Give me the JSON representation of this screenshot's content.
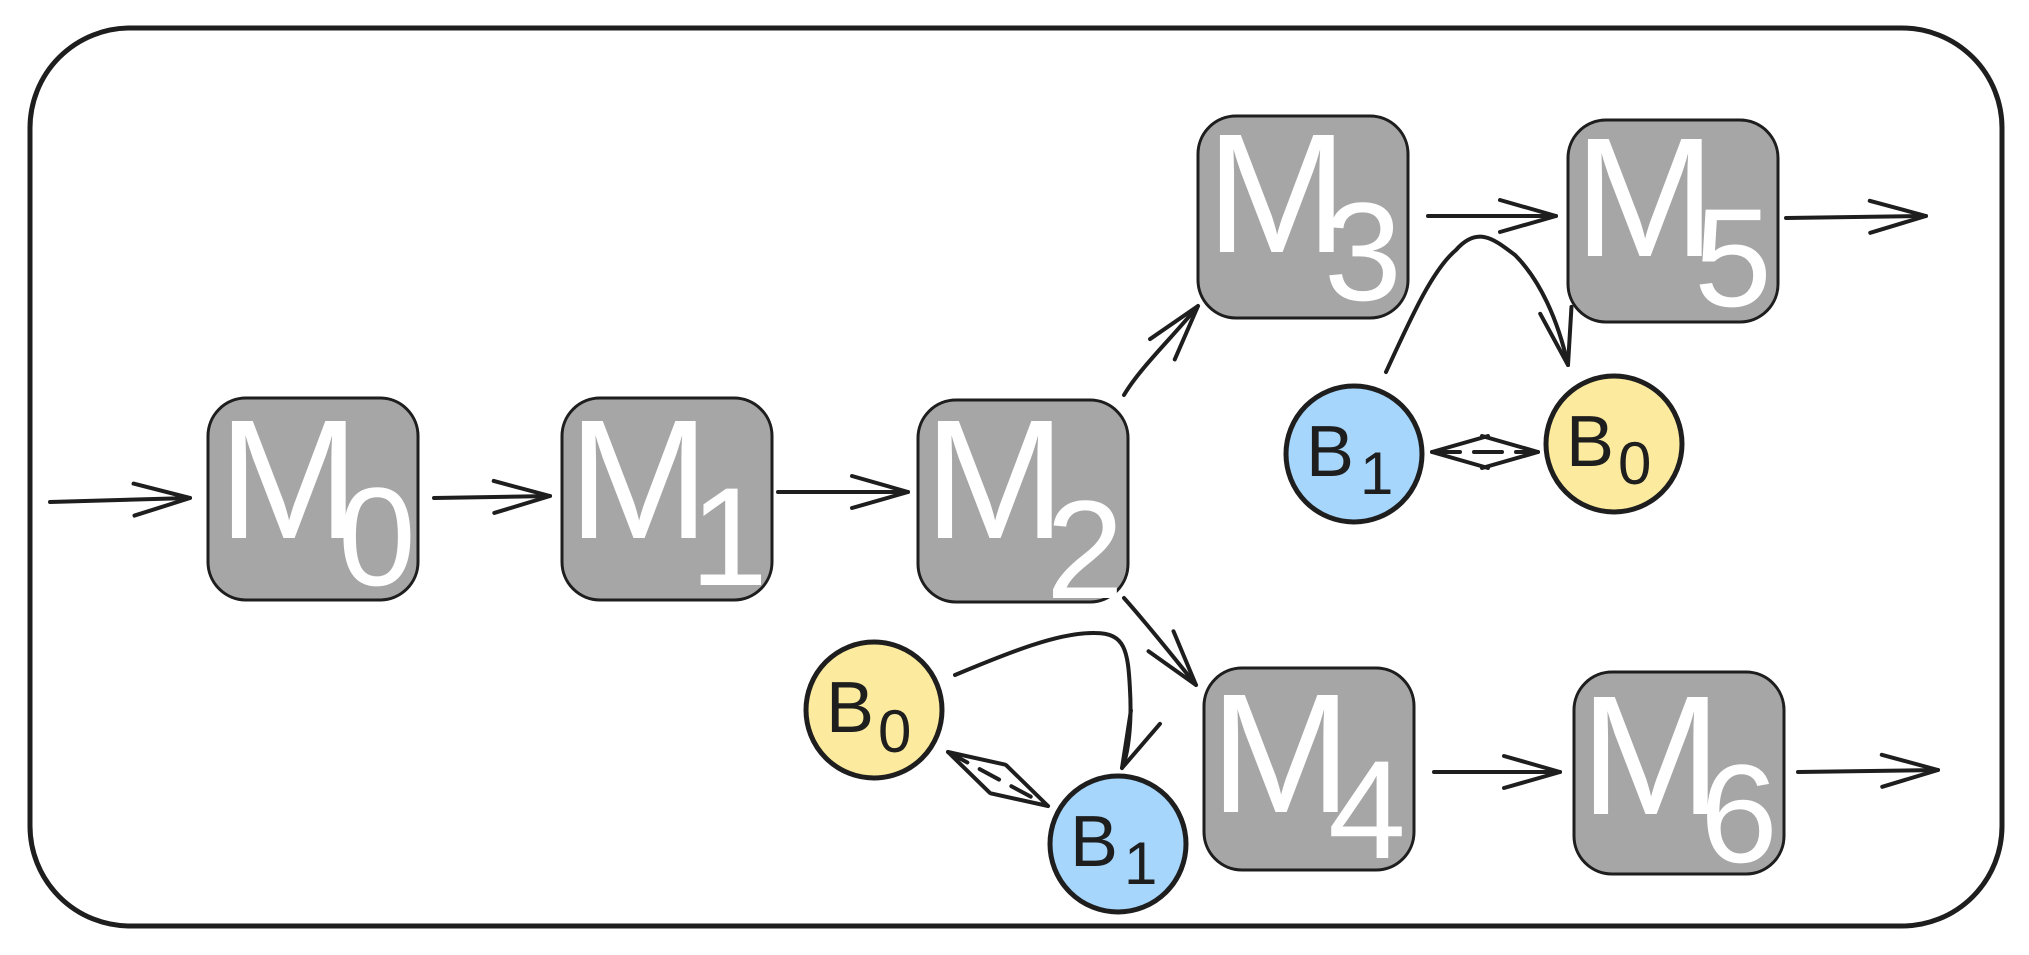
{
  "colors": {
    "module_fill": "#a6a6a6",
    "module_text": "#ffffff",
    "buffer_b0_fill": "#fceb9f",
    "buffer_b1_fill": "#a6d6fb",
    "stroke": "#1e1e1e",
    "background": "#ffffff"
  },
  "modules": {
    "m0": {
      "letter": "M",
      "index": "0"
    },
    "m1": {
      "letter": "M",
      "index": "1"
    },
    "m2": {
      "letter": "M",
      "index": "2"
    },
    "m3": {
      "letter": "M",
      "index": "3"
    },
    "m4": {
      "letter": "M",
      "index": "4"
    },
    "m5": {
      "letter": "M",
      "index": "5"
    },
    "m6": {
      "letter": "M",
      "index": "6"
    }
  },
  "buffers": {
    "upper_b1": {
      "letter": "B",
      "index": "1"
    },
    "upper_b0": {
      "letter": "B",
      "index": "0"
    },
    "lower_b0": {
      "letter": "B",
      "index": "0"
    },
    "lower_b1": {
      "letter": "B",
      "index": "1"
    }
  }
}
